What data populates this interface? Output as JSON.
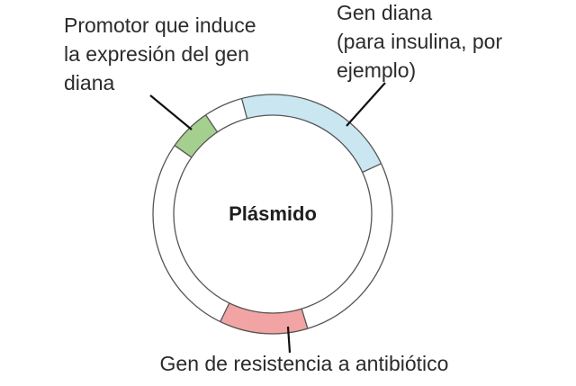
{
  "diagram": {
    "center_label": "Plásmido",
    "segments": [
      {
        "id": "promoter",
        "label_lines": [
          "Promotor que induce",
          "la expresión del gen",
          "diana"
        ],
        "color": "#a5cf8e"
      },
      {
        "id": "target-gene",
        "label_lines": [
          "Gen diana",
          "(para insulina, por",
          "ejemplo)"
        ],
        "color": "#c9e6f1"
      },
      {
        "id": "resistance-gene",
        "label_lines": [
          "Gen de resistencia a antibiótico"
        ],
        "color": "#f2a3a3"
      }
    ]
  }
}
